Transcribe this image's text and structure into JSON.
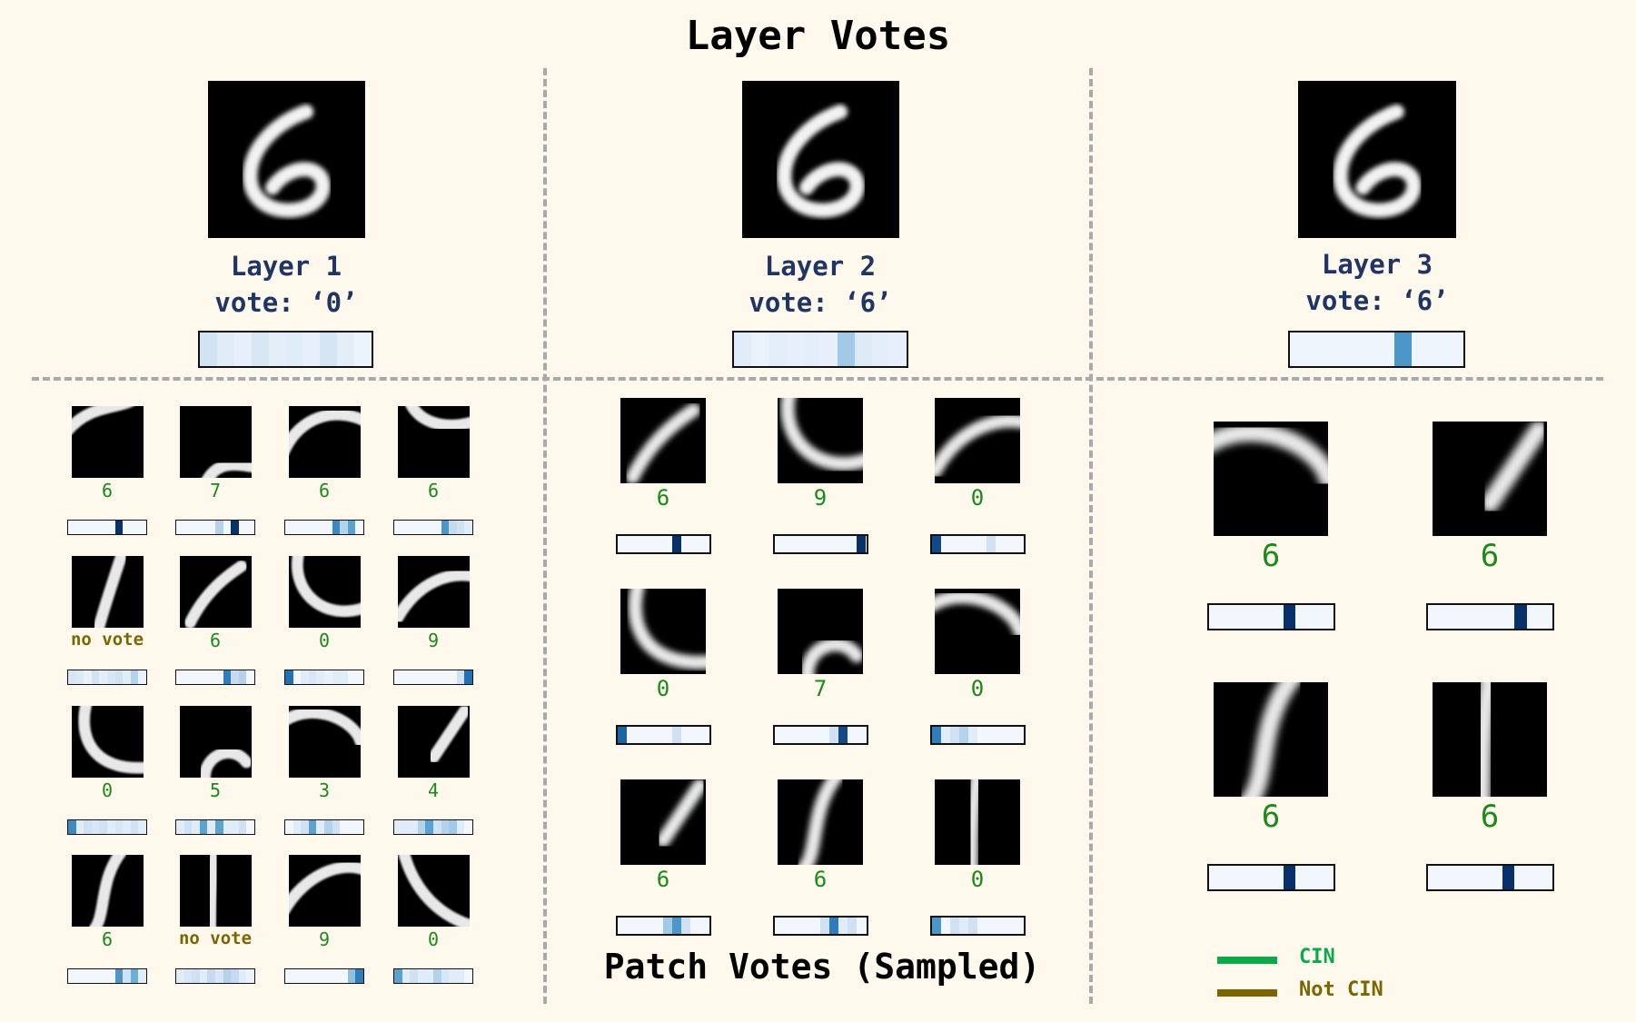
{
  "title": "Layer Votes",
  "subtitle": "Patch Votes (Sampled)",
  "layers": [
    {
      "name": "Layer 1",
      "vote": "vote: ‘0’",
      "votes": [
        0.18,
        0.1,
        0.06,
        0.14,
        0.08,
        0.1,
        0.06,
        0.16,
        0.08,
        0.04
      ],
      "patches": [
        {
          "label": "6",
          "votes": [
            0,
            0,
            0,
            0,
            0,
            0,
            1,
            0,
            0,
            0
          ]
        },
        {
          "label": "7",
          "votes": [
            0,
            0,
            0,
            0,
            0,
            0.3,
            0,
            1,
            0,
            0
          ]
        },
        {
          "label": "6",
          "votes": [
            0,
            0,
            0,
            0,
            0,
            0,
            0.65,
            0.3,
            0.55,
            0
          ]
        },
        {
          "label": "6",
          "votes": [
            0,
            0,
            0,
            0,
            0,
            0,
            0.6,
            0.25,
            0.2,
            0.1
          ]
        },
        {
          "label": "no vote",
          "votes": [
            0.15,
            0.12,
            0.05,
            0.18,
            0.08,
            0.15,
            0.2,
            0.1,
            0.3,
            0.05
          ]
        },
        {
          "label": "6",
          "votes": [
            0,
            0,
            0,
            0,
            0,
            0,
            0.7,
            0.25,
            0.3,
            0
          ]
        },
        {
          "label": "0",
          "votes": [
            0.75,
            0,
            0.1,
            0.15,
            0.1,
            0.05,
            0.1,
            0.1,
            0,
            0
          ]
        },
        {
          "label": "9",
          "votes": [
            0,
            0,
            0,
            0,
            0,
            0,
            0,
            0,
            0.2,
            0.75
          ]
        },
        {
          "label": "0",
          "votes": [
            0.65,
            0.1,
            0.2,
            0.15,
            0.2,
            0.1,
            0.15,
            0.1,
            0.2,
            0.1
          ]
        },
        {
          "label": "5",
          "votes": [
            0.1,
            0.2,
            0.1,
            0.55,
            0.1,
            0.55,
            0.1,
            0.1,
            0.2,
            0
          ]
        },
        {
          "label": "3",
          "votes": [
            0,
            0.1,
            0.2,
            0.55,
            0.1,
            0.3,
            0.2,
            0,
            0,
            0
          ]
        },
        {
          "label": "4",
          "votes": [
            0.1,
            0.1,
            0.1,
            0.3,
            0.55,
            0.2,
            0.3,
            0.35,
            0.1,
            0
          ]
        },
        {
          "label": "6",
          "votes": [
            0,
            0,
            0,
            0,
            0,
            0,
            0.6,
            0.2,
            0.5,
            0.1
          ]
        },
        {
          "label": "no vote",
          "votes": [
            0.1,
            0.15,
            0.2,
            0.1,
            0.25,
            0.15,
            0.3,
            0.25,
            0.1,
            0.05
          ]
        },
        {
          "label": "9",
          "votes": [
            0,
            0,
            0,
            0,
            0,
            0,
            0,
            0,
            0.4,
            0.7
          ]
        },
        {
          "label": "0",
          "votes": [
            0.55,
            0.1,
            0.2,
            0.1,
            0.1,
            0.3,
            0.15,
            0.1,
            0.1,
            0
          ]
        }
      ]
    },
    {
      "name": "Layer 2",
      "vote": "vote: ‘6’",
      "votes": [
        0.1,
        0.05,
        0.08,
        0.06,
        0.08,
        0.06,
        0.35,
        0.12,
        0.08,
        0.06
      ],
      "patches": [
        {
          "label": "6",
          "votes": [
            0,
            0,
            0,
            0,
            0,
            0,
            1,
            0,
            0,
            0
          ]
        },
        {
          "label": "9",
          "votes": [
            0,
            0,
            0,
            0,
            0,
            0,
            0,
            0,
            0,
            1
          ]
        },
        {
          "label": "0",
          "votes": [
            0.9,
            0,
            0,
            0,
            0,
            0,
            0.2,
            0,
            0,
            0
          ]
        },
        {
          "label": "0",
          "votes": [
            0.8,
            0,
            0,
            0,
            0,
            0,
            0.2,
            0,
            0,
            0
          ]
        },
        {
          "label": "7",
          "votes": [
            0,
            0,
            0,
            0,
            0,
            0,
            0.2,
            0.9,
            0,
            0
          ]
        },
        {
          "label": "0",
          "votes": [
            0.7,
            0.1,
            0.2,
            0.3,
            0.1,
            0,
            0,
            0,
            0,
            0
          ]
        },
        {
          "label": "6",
          "votes": [
            0,
            0,
            0,
            0,
            0,
            0.35,
            0.6,
            0.2,
            0,
            0
          ]
        },
        {
          "label": "6",
          "votes": [
            0,
            0,
            0,
            0,
            0,
            0.2,
            0.7,
            0.1,
            0.2,
            0
          ]
        },
        {
          "label": "0",
          "votes": [
            0.6,
            0,
            0.2,
            0.1,
            0.2,
            0,
            0,
            0,
            0,
            0
          ]
        }
      ]
    },
    {
      "name": "Layer 3",
      "vote": "vote: ‘6’",
      "votes": [
        0.02,
        0.02,
        0.02,
        0.02,
        0.02,
        0.02,
        0.6,
        0.02,
        0.02,
        0.02
      ],
      "patches": [
        {
          "label": "6",
          "votes": [
            0,
            0,
            0,
            0,
            0,
            0,
            1,
            0,
            0,
            0
          ]
        },
        {
          "label": "6",
          "votes": [
            0,
            0,
            0,
            0,
            0,
            0,
            0,
            1,
            0,
            0
          ]
        },
        {
          "label": "6",
          "votes": [
            0,
            0,
            0,
            0,
            0,
            0,
            1,
            0,
            0,
            0
          ]
        },
        {
          "label": "6",
          "votes": [
            0,
            0,
            0,
            0,
            0,
            0,
            1,
            0,
            0,
            0
          ]
        }
      ]
    }
  ],
  "legend": [
    {
      "label": "CIN",
      "color": "#0aaa4a"
    },
    {
      "label": "Not CIN",
      "color": "#7a6500"
    }
  ],
  "colors": {
    "background": "#fef9ec",
    "cin_text": "#1b8a1b",
    "not_cin_text": "#7a6500",
    "layer_label": "#1f3564"
  }
}
